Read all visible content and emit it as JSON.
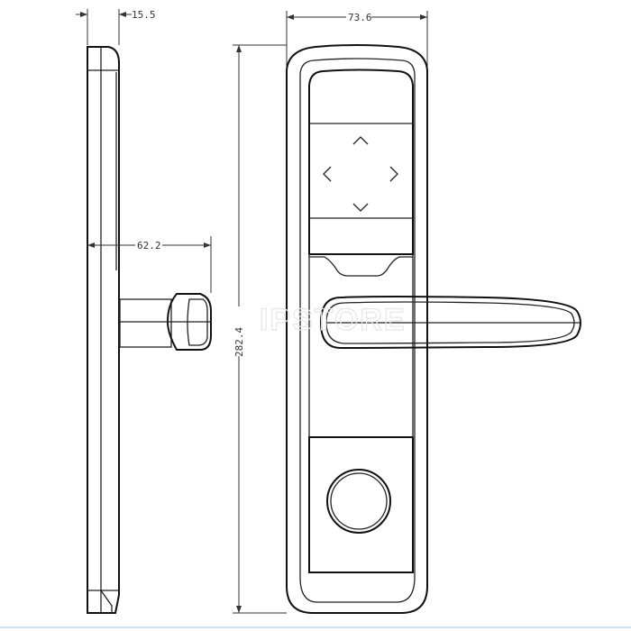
{
  "drawing": {
    "dimensions": {
      "side_thickness": "15.5",
      "front_width": "73.6",
      "handle_projection": "62.2",
      "total_height": "282.4"
    },
    "watermark": "IPSTORE"
  }
}
